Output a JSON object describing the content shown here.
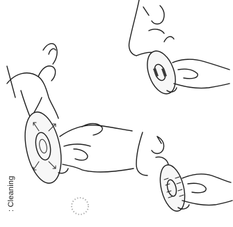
{
  "caption": {
    "text": ": Cleaning"
  },
  "illustrations": [
    {
      "name": "main-cleaning-illustration",
      "icon": "disc-wipe-icon"
    },
    {
      "name": "top-right-illustration",
      "icon": "hand-holding-disc-icon"
    },
    {
      "name": "bottom-right-illustration",
      "icon": "hand-holding-disc-icon"
    }
  ],
  "colors": {
    "ink": "#1e1e1e",
    "background": "#ffffff"
  }
}
